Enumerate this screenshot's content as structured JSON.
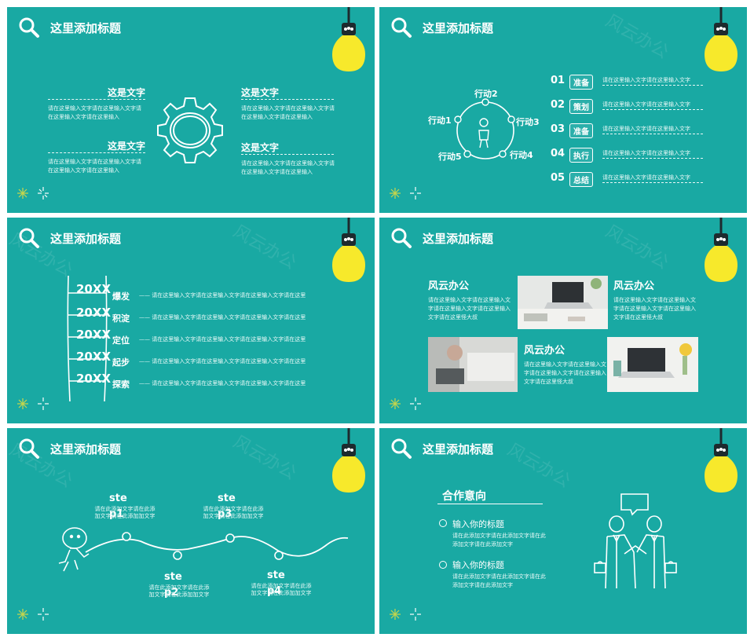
{
  "colors": {
    "background": "#19a9a3",
    "bulb": "#f7e92b",
    "accent": "#c8d64b",
    "white": "#ffffff"
  },
  "icons": {
    "search": "search-icon",
    "bulb": "lightbulb-icon",
    "people": "people-icon",
    "gear": "gear-icon",
    "sparkle": "sparkle-icon"
  },
  "common": {
    "title": "这里添加标题",
    "watermark": "风云办公"
  },
  "slide1": {
    "left": [
      {
        "heading": "这是文字",
        "text": "请在这里输入文字请在这里输入文字请在这里输入文字请在这里输入"
      },
      {
        "heading": "这是文字",
        "text": "请在这里输入文字请在这里输入文字请在这里输入文字请在这里输入"
      }
    ],
    "right": [
      {
        "heading": "这是文字",
        "text": "请在这里输入文字请在这里输入文字请在这里输入文字请在这里输入"
      },
      {
        "heading": "这是文字",
        "text": "请在这里输入文字请在这里输入文字请在这里输入文字请在这里输入"
      }
    ]
  },
  "slide2": {
    "cycle": [
      "行动1",
      "行动2",
      "行动3",
      "行动4",
      "行动5"
    ],
    "steps": [
      {
        "num": "01",
        "badge": "准备",
        "text": "请在这里输入文字请在这里输入文字"
      },
      {
        "num": "02",
        "badge": "策划",
        "text": "请在这里输入文字请在这里输入文字"
      },
      {
        "num": "03",
        "badge": "准备",
        "text": "请在这里输入文字请在这里输入文字"
      },
      {
        "num": "04",
        "badge": "执行",
        "text": "请在这里输入文字请在这里输入文字"
      },
      {
        "num": "05",
        "badge": "总结",
        "text": "请在这里输入文字请在这里输入文字"
      }
    ]
  },
  "slide3": {
    "rows": [
      {
        "year": "20XX",
        "tag": "爆发",
        "text": "—— 请在这里输入文字请在这里输入文字请在这里输入文字请在这里"
      },
      {
        "year": "20XX",
        "tag": "积淀",
        "text": "—— 请在这里输入文字请在这里输入文字请在这里输入文字请在这里"
      },
      {
        "year": "20XX",
        "tag": "定位",
        "text": "—— 请在这里输入文字请在这里输入文字请在这里输入文字请在这里"
      },
      {
        "year": "20XX",
        "tag": "起步",
        "text": "—— 请在这里输入文字请在这里输入文字请在这里输入文字请在这里"
      },
      {
        "year": "20XX",
        "tag": "探索",
        "text": "—— 请在这里输入文字请在这里输入文字请在这里输入文字请在这里"
      }
    ]
  },
  "slide4": {
    "blocks": [
      {
        "heading": "风云办公",
        "text": "请在这里输入文字请在这里输入文字请在这里输入文字请在这里输入文字请在这里怪大叔"
      },
      {
        "heading": "风云办公",
        "text": "请在这里输入文字请在这里输入文字请在这里输入文字请在这里输入文字请在这里怪大叔"
      },
      {
        "heading": "风云办公",
        "text": "请在这里输入文字请在这里输入文字请在这里输入文字请在这里输入文字请在这里怪大叔"
      }
    ]
  },
  "slide5": {
    "points": [
      {
        "ste": "ste",
        "p": "p1",
        "text": "请在此添加文字请在此添加文字请在此添加加文字"
      },
      {
        "ste": "ste",
        "p": "p2",
        "text": "请在此添加文字请在此添加文字请在此添加加文字"
      },
      {
        "ste": "ste",
        "p": "p3",
        "text": "请在此添加文字请在此添加文字请在此添加加文字"
      },
      {
        "ste": "ste",
        "p": "p4",
        "text": "请在此添加文字请在此添加文字请在此添加加文字"
      }
    ]
  },
  "slide6": {
    "heading": "合作意向",
    "items": [
      {
        "title": "输入你的标题",
        "text": "请在此添加文字请在此添加文字请在此添加文字请在此添加文字"
      },
      {
        "title": "输入你的标题",
        "text": "请在此添加文字请在此添加文字请在此添加文字请在此添加文字"
      }
    ]
  }
}
